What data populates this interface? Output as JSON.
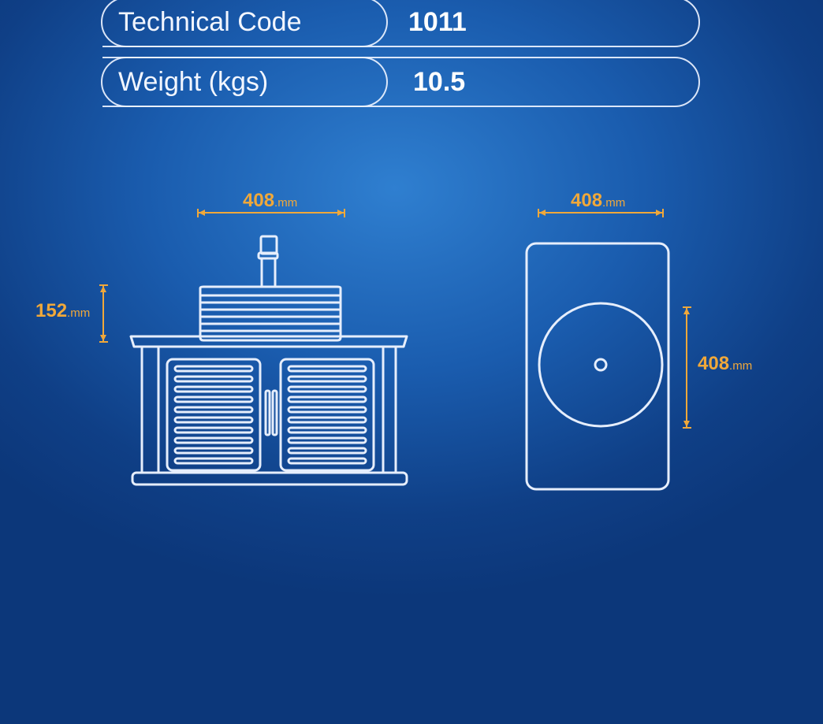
{
  "specs": [
    {
      "label": "Technical Code",
      "value": "1011"
    },
    {
      "label": "Weight (kgs)",
      "value": "10.5"
    }
  ],
  "dimensions": {
    "front_width": {
      "value": "408",
      "unit": ".mm"
    },
    "front_height": {
      "value": "152",
      "unit": ".mm"
    },
    "top_width": {
      "value": "408",
      "unit": ".mm"
    },
    "top_depth": {
      "value": "408",
      "unit": ".mm"
    }
  },
  "colors": {
    "background": "#1a5cae",
    "line": "#e6eefc",
    "dimension": "#f0a83a"
  }
}
